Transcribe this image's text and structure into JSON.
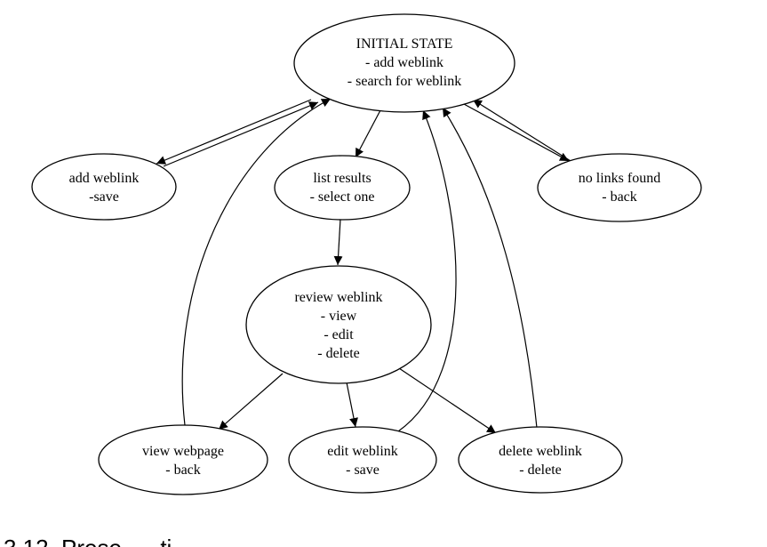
{
  "nodes": {
    "initial_state": {
      "lines": [
        "INITIAL STATE",
        "- add weblink",
        "- search for weblink"
      ]
    },
    "add_weblink": {
      "lines": [
        "add weblink",
        "-save"
      ]
    },
    "list_results": {
      "lines": [
        "list results",
        "- select one"
      ]
    },
    "no_links_found": {
      "lines": [
        "no links found",
        "- back"
      ]
    },
    "review_weblink": {
      "lines": [
        "review weblink",
        "- view",
        "- edit",
        "- delete"
      ]
    },
    "view_webpage": {
      "lines": [
        "view webpage",
        "- back"
      ]
    },
    "edit_weblink": {
      "lines": [
        "edit weblink",
        "- save"
      ]
    },
    "delete_weblink": {
      "lines": [
        "delete weblink",
        "- delete"
      ]
    }
  },
  "caption": {
    "fragment": "3.12  Prese      ti  "
  },
  "colors": {
    "stroke": "#000000",
    "background": "#ffffff"
  }
}
